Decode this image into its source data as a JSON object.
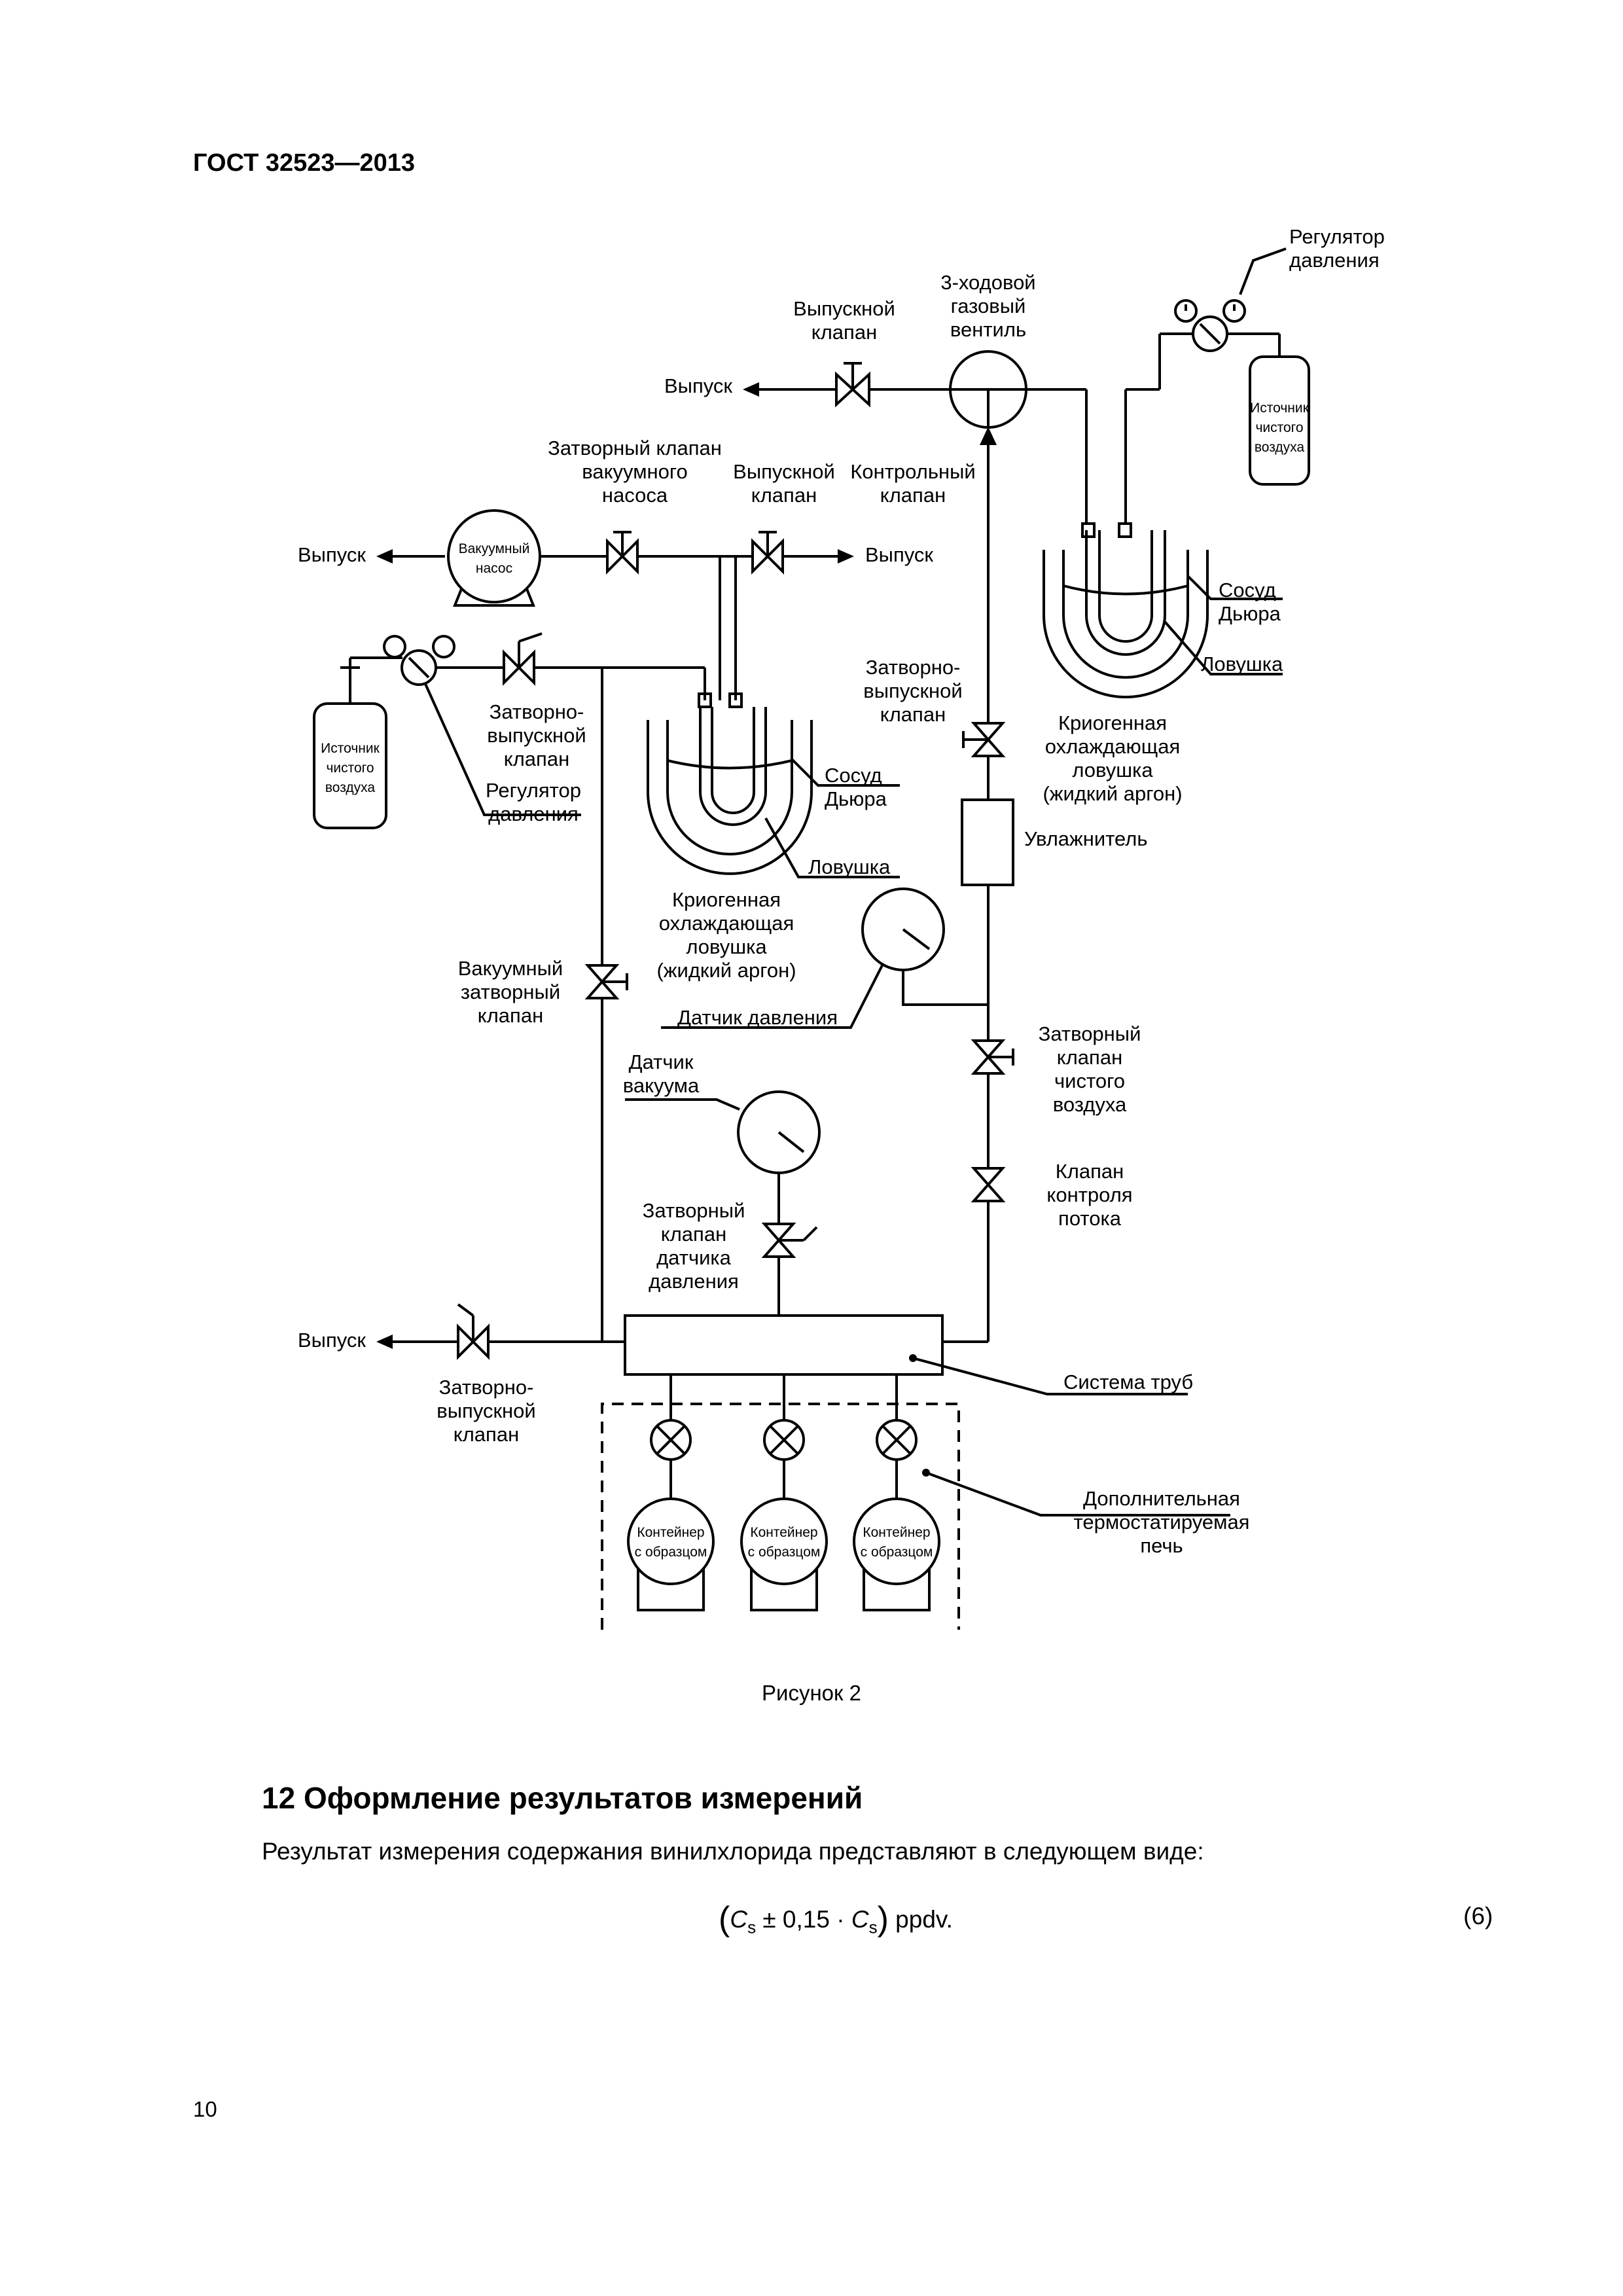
{
  "header": {
    "standard": "ГОСТ 32523—2013"
  },
  "figure": {
    "labels": {
      "outlet_top": "Выпуск",
      "outlet_valve_top": [
        "Выпускной",
        "клапан"
      ],
      "three_way_valve": [
        "3-ходовой",
        "газовый",
        "вентиль"
      ],
      "pressure_regulator_right": [
        "Регулятор",
        "давления"
      ],
      "clean_air_source": [
        "Источник",
        "чистого",
        "воздуха"
      ],
      "vacuum_pump_shutoff": [
        "Затворный клапан",
        "вакуумного",
        "насоса"
      ],
      "outlet_valve_mid": [
        "Выпускной",
        "клапан"
      ],
      "check_valve": [
        "Контрольный",
        "клапан"
      ],
      "outlet_left_pump": "Выпуск",
      "vacuum_pump": [
        "Вакуумный",
        "насос"
      ],
      "outlet_right_mid": "Выпуск",
      "dewar_right": [
        "Сосуд",
        "Дьюра"
      ],
      "trap_right": "Ловушка",
      "shutoff_outlet_valve_right": [
        "Затворно-",
        "выпускной",
        "клапан"
      ],
      "cryo_trap_right": [
        "Криогенная",
        "охлаждающая",
        "ловушка",
        "(жидкий аргон)"
      ],
      "humidifier": "Увлажнитель",
      "clean_air_source_left": [
        "Источник",
        "чистого",
        "воздуха"
      ],
      "shutoff_outlet_valve_left": [
        "Затворно-",
        "выпускной",
        "клапан"
      ],
      "pressure_regulator_left": [
        "Регулятор",
        "давления"
      ],
      "dewar_left": [
        "Сосуд",
        "Дьюра"
      ],
      "trap_left": "Ловушка",
      "cryo_trap_left": [
        "Криогенная",
        "охлаждающая",
        "ловушка",
        "(жидкий аргон)"
      ],
      "vacuum_shutoff_valve": [
        "Вакуумный",
        "затворный",
        "клапан"
      ],
      "pressure_sensor": "Датчик давления",
      "vacuum_sensor": [
        "Датчик",
        "вакуума"
      ],
      "clean_air_shutoff_valve": [
        "Затворный",
        "клапан",
        "чистого",
        "воздуха"
      ],
      "flow_control_valve": [
        "Клапан",
        "контроля",
        "потока"
      ],
      "sensor_shutoff_valve": [
        "Затворный",
        "клапан",
        "датчика",
        "давления"
      ],
      "outlet_bottom": "Выпуск",
      "shutoff_outlet_valve_bottom": [
        "Затворно-",
        "выпускной",
        "клапан"
      ],
      "pipe_system": "Система труб",
      "oven": [
        "Дополнительная",
        "термостатируемая",
        "печь"
      ],
      "sample_container": [
        "Контейнер",
        "с образцом"
      ]
    },
    "caption": "Рисунок 2"
  },
  "section": {
    "title": "12 Оформление результатов измерений"
  },
  "body": {
    "paragraph": "Результат измерения содержания винилхлорида представляют в следующем виде:",
    "formula": {
      "open_paren": "(",
      "symbol": "C",
      "subscript": "s",
      "pm": " ± 0,15 · ",
      "symbol2": "C",
      "subscript2": "s",
      "close_paren": ")",
      "unit": " ppdv."
    },
    "equation_number": "(6)"
  },
  "page_number": "10"
}
